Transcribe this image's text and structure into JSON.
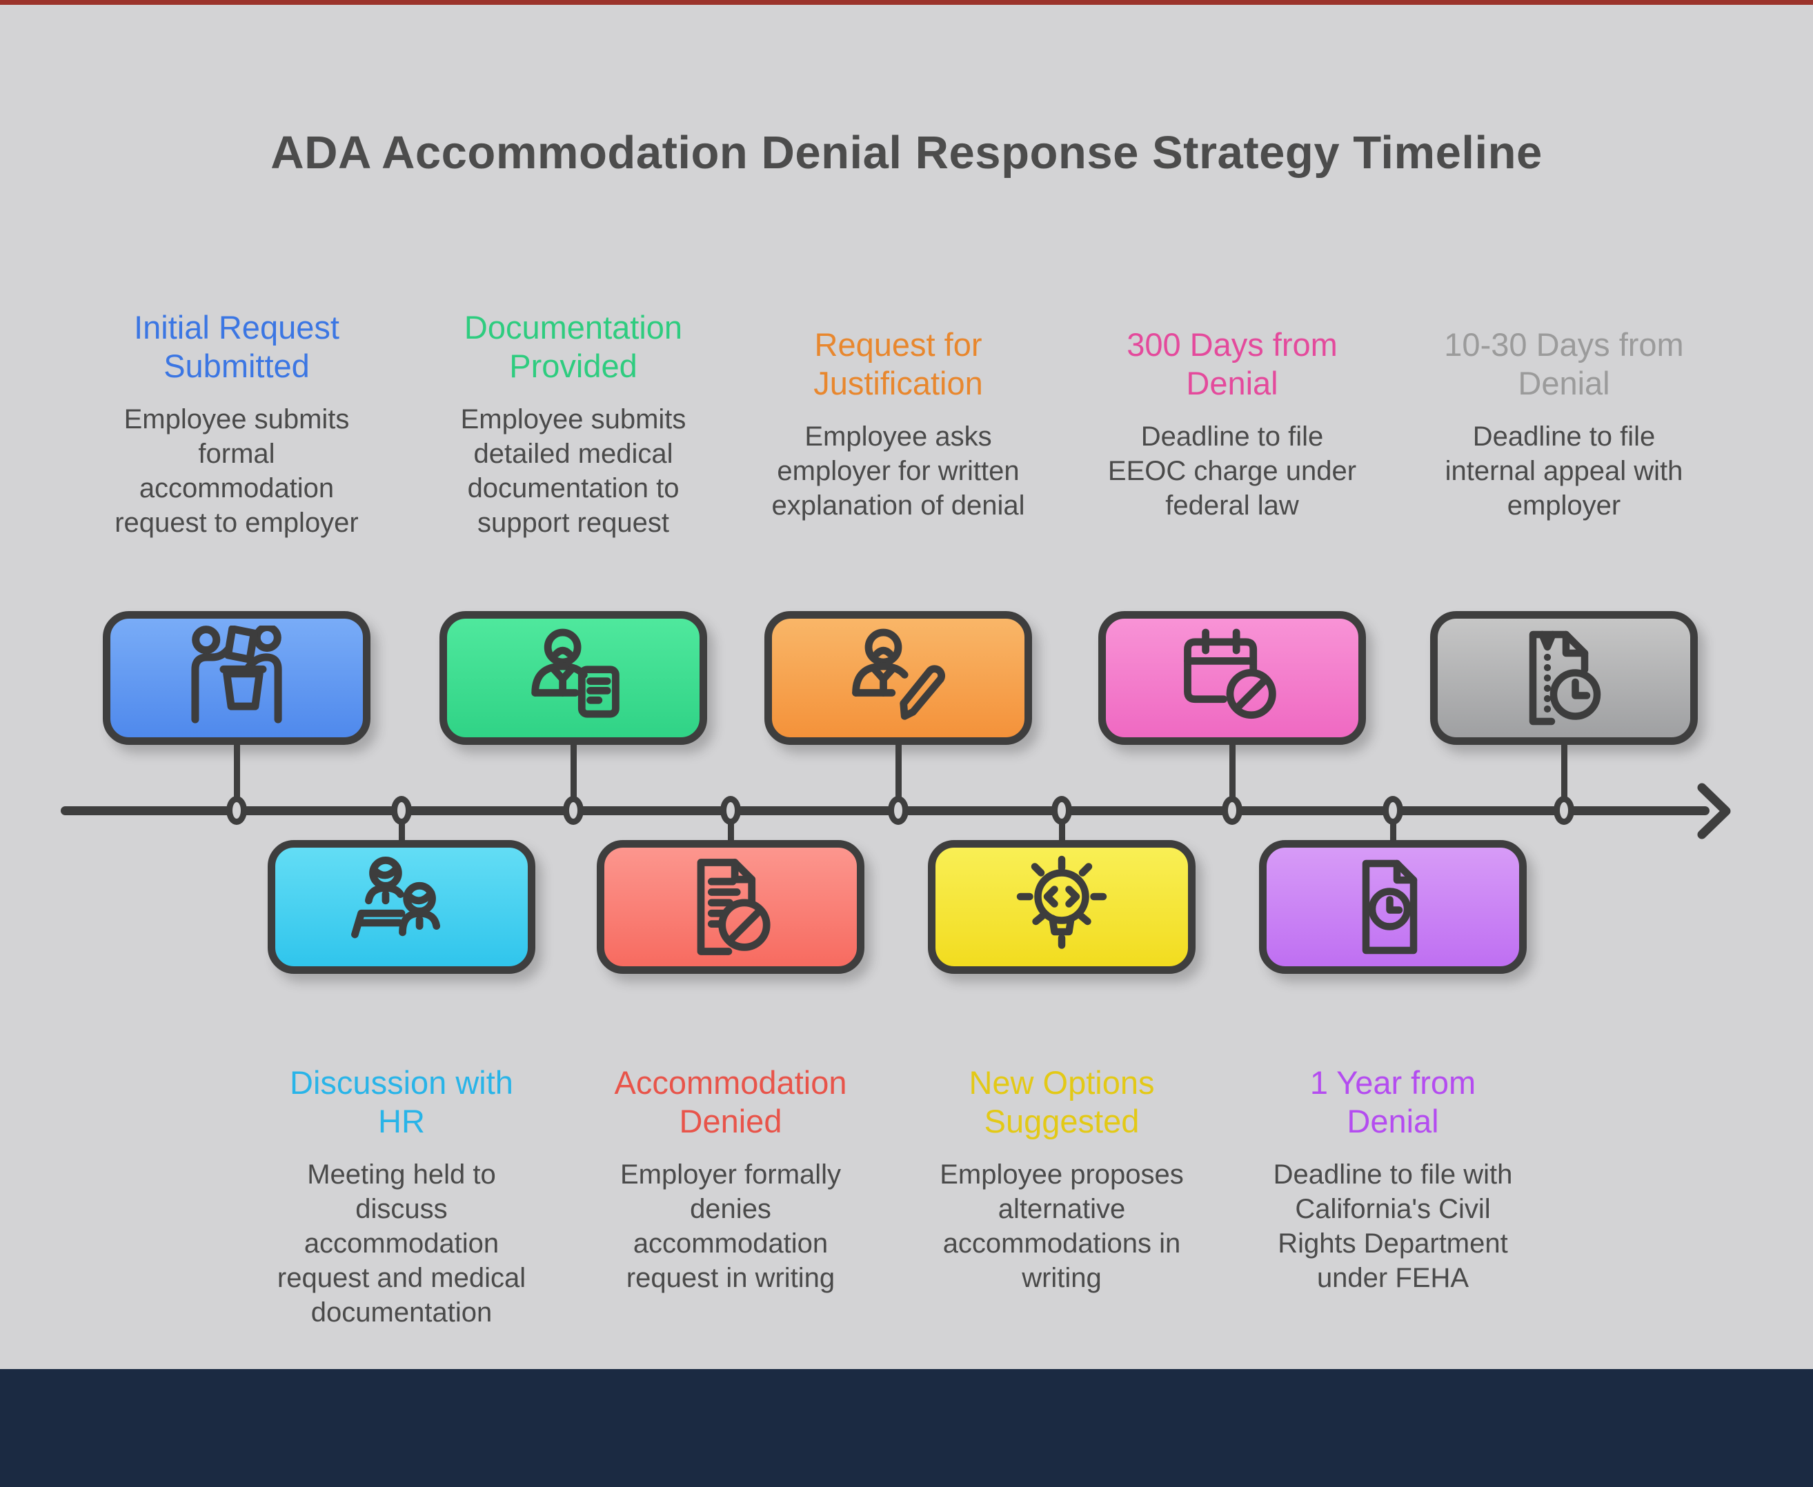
{
  "page": {
    "title": "ADA Accommodation Denial Response Strategy Timeline",
    "background_color": "#d3d3d5",
    "top_strip_color": "#9b332b",
    "footer_color": "#1b2a42",
    "line_color": "#3e3e3e",
    "title_color": "#4c4c4c",
    "description_color": "#4a4a4a"
  },
  "steps": [
    {
      "row": "above",
      "title": "Initial Request Submitted",
      "description": "Employee submits formal accommodation request to employer",
      "icon": "submit-request-icon",
      "accent": "#3b76e3",
      "gradient_top": "#79acf7",
      "gradient_bottom": "#4f89ec"
    },
    {
      "row": "below",
      "title": "Discussion with HR",
      "description": "Meeting held to discuss accommodation request and medical documentation",
      "icon": "meeting-icon",
      "accent": "#29b4e8",
      "gradient_top": "#63ddf5",
      "gradient_bottom": "#30c5ec"
    },
    {
      "row": "above",
      "title": "Documentation Provided",
      "description": "Employee submits detailed medical documentation to support request",
      "icon": "person-document-icon",
      "accent": "#2ecc7f",
      "gradient_top": "#4fe89d",
      "gradient_bottom": "#30d386"
    },
    {
      "row": "below",
      "title": "Accommodation Denied",
      "description": "Employer formally denies accommodation request in writing",
      "icon": "document-denied-icon",
      "accent": "#e8544a",
      "gradient_top": "#fc968e",
      "gradient_bottom": "#f76b60"
    },
    {
      "row": "above",
      "title": "Request for Justification",
      "description": "Employee asks employer for written explanation of denial",
      "icon": "person-pencil-icon",
      "accent": "#e8872e",
      "gradient_top": "#f9b668",
      "gradient_bottom": "#f4923a"
    },
    {
      "row": "below",
      "title": "New Options Suggested",
      "description": "Employee proposes alternative accommodations in writing",
      "icon": "idea-code-icon",
      "accent": "#e3c916",
      "gradient_top": "#f9ef55",
      "gradient_bottom": "#f2dc1f"
    },
    {
      "row": "above",
      "title": "300 Days from Denial",
      "description": "Deadline to file EEOC charge under federal law",
      "icon": "calendar-blocked-icon",
      "accent": "#e44a9c",
      "gradient_top": "#f893d6",
      "gradient_bottom": "#ef69c2"
    },
    {
      "row": "below",
      "title": "1 Year from Denial",
      "description": "Deadline to file with California's Civil Rights Department under FEHA",
      "icon": "document-clock-icon",
      "accent": "#b44cf0",
      "gradient_top": "#d79bf7",
      "gradient_bottom": "#bf6ff2"
    },
    {
      "row": "above",
      "title": "10-30 Days from Denial",
      "description": "Deadline to file internal appeal with employer",
      "icon": "zip-file-clock-icon",
      "accent": "#9b9b9b",
      "gradient_top": "#c6c6c6",
      "gradient_bottom": "#9fa0a2"
    }
  ]
}
